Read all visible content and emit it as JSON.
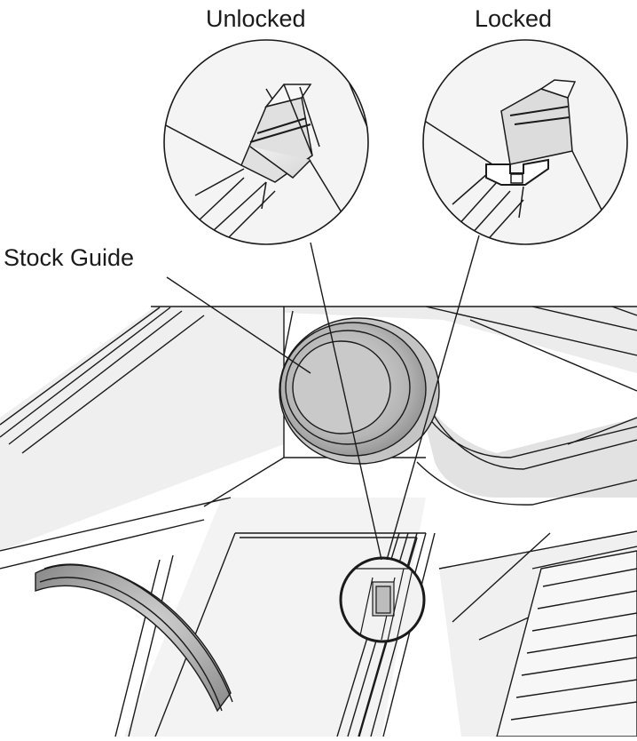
{
  "labels": {
    "unlocked": "Unlocked",
    "locked": "Locked",
    "stock_guide": "Stock Guide"
  },
  "colors": {
    "line": "#1a1a1a",
    "shade_light": "#e9e9e9",
    "shade_mid": "#cfcfcf",
    "shade_dark": "#a9a9a9",
    "background": "#ffffff"
  }
}
